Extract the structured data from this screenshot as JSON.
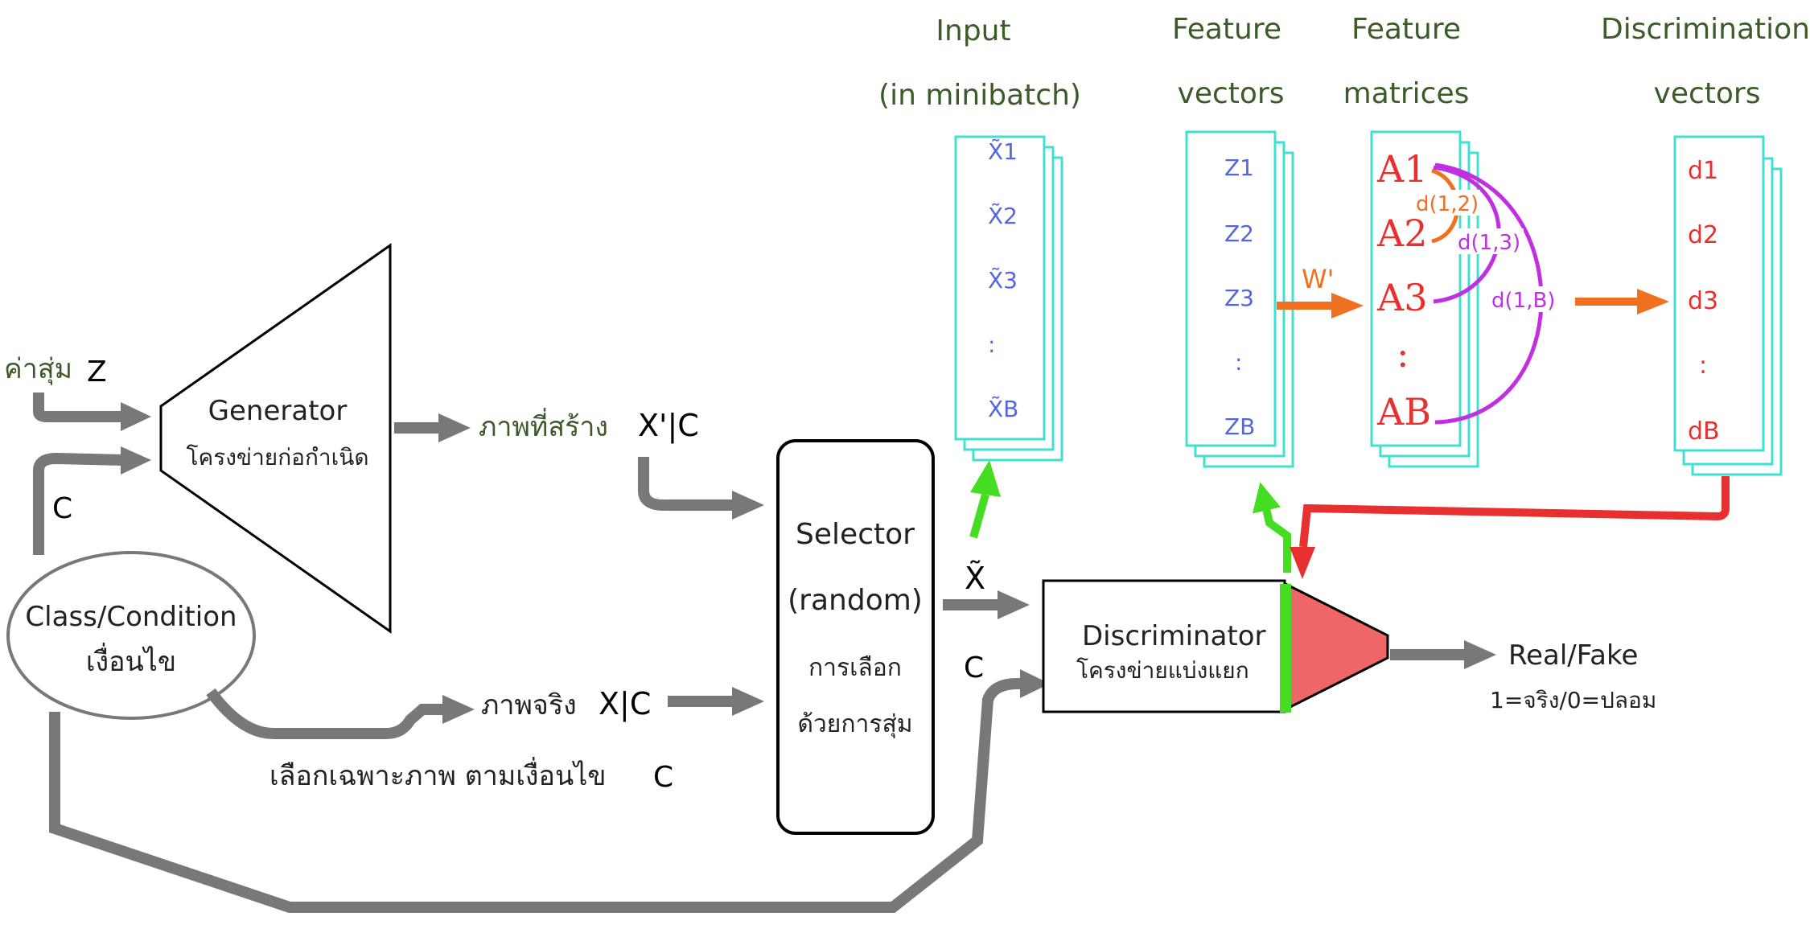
{
  "colors": {
    "gray": "#787878",
    "green_text": "#3c5a2a",
    "cyan": "#3fe0d0",
    "blue": "#5566dd",
    "red": "#e83030",
    "orange": "#f07020",
    "magenta": "#c030e0",
    "bright_green": "#44dd22",
    "disc_fill": "#ee6666"
  },
  "icons": {
    "arrow": "arrow-icon"
  },
  "noise": {
    "thai": "ค่าสุ่ม",
    "var": "Z"
  },
  "generator": {
    "name": "Generator",
    "thai": "โครงข่ายก่อกำเนิด"
  },
  "c_label_1": "C",
  "c_label_2": "C",
  "class_condition": {
    "name": "Class/Condition",
    "thai": "เงื่อนไข"
  },
  "generated": {
    "thai": "ภาพที่สร้าง",
    "var": "X'|C"
  },
  "real": {
    "thai": "ภาพจริง",
    "var": "X|C"
  },
  "select_note": {
    "thai": "เลือกเฉพาะภาพ ตามเงื่อนไข",
    "var": "C"
  },
  "selector": {
    "name": "Selector",
    "mode": "(random)",
    "thai_1": "การเลือก",
    "thai_2": "ด้วยการสุ่ม"
  },
  "x_tilde": "X̃",
  "discriminator": {
    "name": "Discriminator",
    "thai": "โครงข่ายแบ่งแยก"
  },
  "output": {
    "label": "Real/Fake",
    "thai": "1=จริง/0=ปลอม"
  },
  "input_stack": {
    "title_1": "Input",
    "title_2": "(in minibatch)",
    "items": [
      "X̃1",
      "X̃2",
      "X̃3",
      ":",
      "X̃B"
    ]
  },
  "feature_vectors": {
    "title_1": "Feature",
    "title_2": "vectors",
    "items": [
      "Z1",
      "Z2",
      "Z3",
      ":",
      "ZB"
    ]
  },
  "feature_matrices": {
    "title_1": "Feature",
    "title_2": "matrices",
    "items": [
      "A1",
      "A2",
      "A3",
      ":",
      "AB"
    ]
  },
  "discrimination_vectors": {
    "title_1": "Discrimination",
    "title_2": "vectors",
    "items": [
      "d1",
      "d2",
      "d3",
      ":",
      "dB"
    ]
  },
  "w_prime": "W'",
  "distances": {
    "d12": "d(1,2)",
    "d13": "d(1,3)",
    "d1b": "d(1,B)"
  }
}
